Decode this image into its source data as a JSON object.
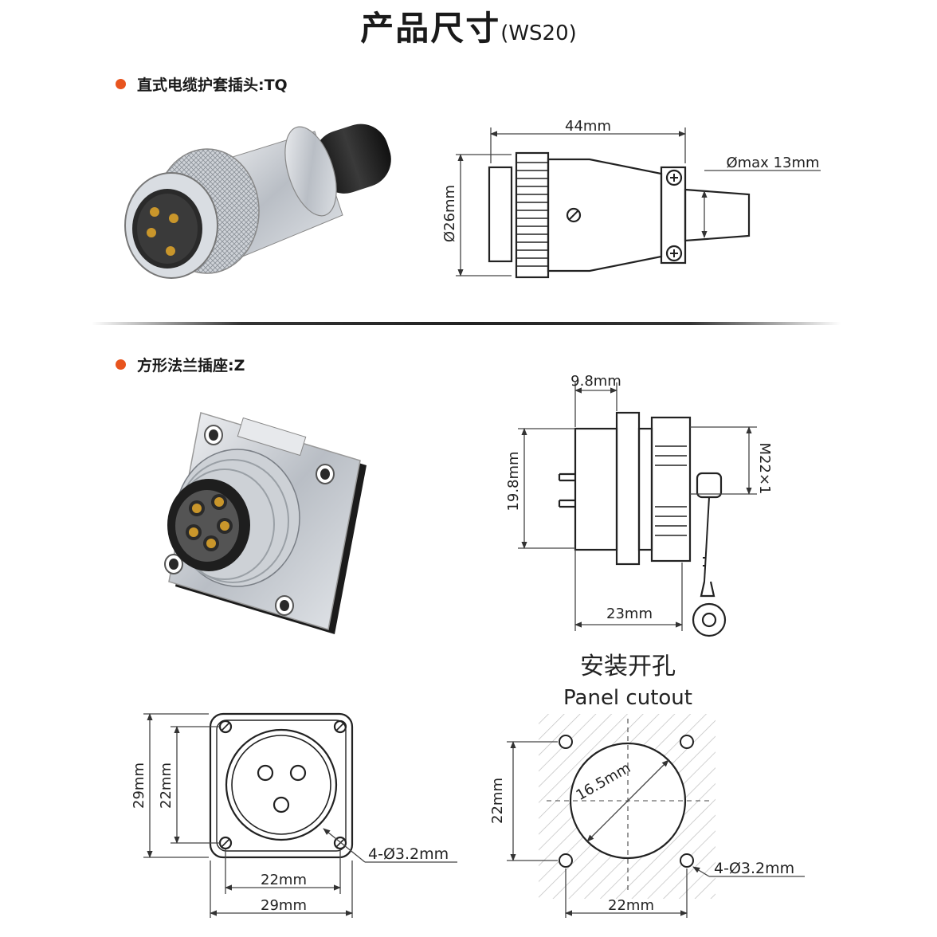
{
  "title": {
    "main": "产品尺寸",
    "sub": "(WS20)"
  },
  "colors": {
    "accent": "#e8541e",
    "metal": "#c8ccd2",
    "dark": "#1c1c1c"
  },
  "section1": {
    "label": "直式电缆护套插头:TQ",
    "dims": {
      "length": "44mm",
      "diameter": "Ø26mm",
      "cable": "Ømax 13mm"
    }
  },
  "section2": {
    "label": "方形法兰插座:Z",
    "dims": {
      "flange": "9.8mm",
      "height": "19.8mm",
      "thread": "M22×1",
      "depth": "23mm"
    }
  },
  "front_view": {
    "outer_h": "29mm",
    "inner_h": "22mm",
    "inner_w": "22mm",
    "outer_w": "29mm",
    "holes": "4-Ø3.2mm"
  },
  "cutout": {
    "title_cn": "安装开孔",
    "title_en": "Panel cutout",
    "diameter": "16.5mm",
    "spacing_v": "22mm",
    "spacing_h": "22mm",
    "holes": "4-Ø3.2mm"
  }
}
